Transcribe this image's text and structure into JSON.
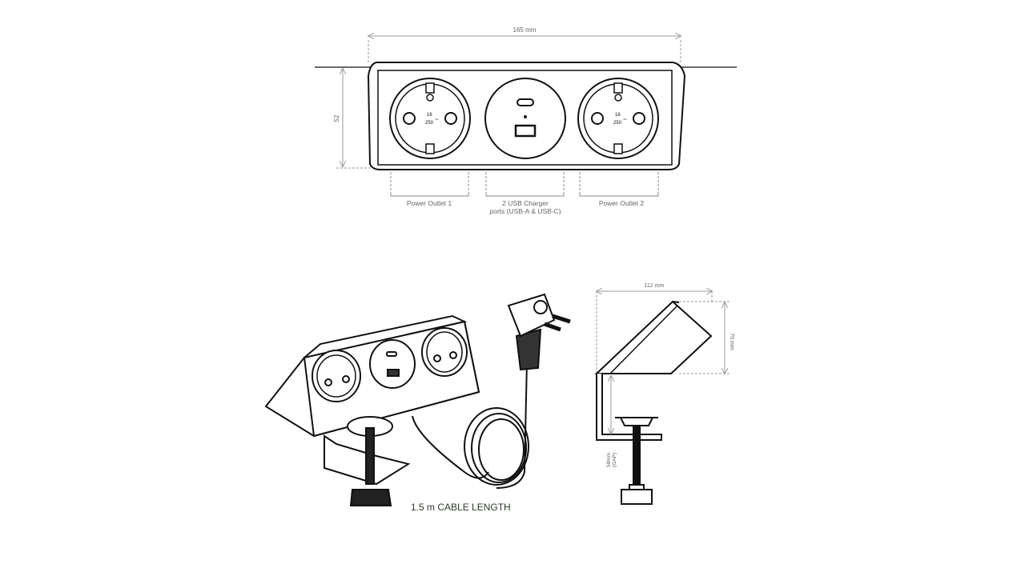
{
  "front_view": {
    "width_dim": "165 mm",
    "height_dim": "52",
    "labels": {
      "outlet1": "Power Outlet 1",
      "usb_line1": "2 USB Charger",
      "usb_line2": "ports (USB-A & USB-C)",
      "outlet2": "Power Outlet 2"
    },
    "socket_rating_top": "16",
    "socket_rating_bottom": "250"
  },
  "iso_view": {
    "caption": "1.5 m CABLE LENGTH"
  },
  "side_view": {
    "width_dim": "112 mm",
    "height_dim": "70 mm",
    "gap_line1": "58mm",
    "gap_line2": "(GAP)"
  },
  "colors": {
    "line": "#1a1a1a",
    "dim": "#9a9a9a",
    "caption": "#2f3a2c"
  }
}
